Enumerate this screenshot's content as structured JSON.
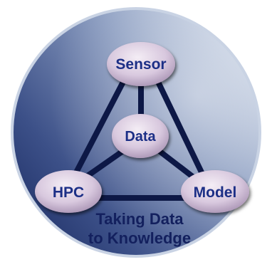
{
  "diagram": {
    "nodes": {
      "top": "Sensor",
      "center": "Data",
      "left": "HPC",
      "right": "Model"
    },
    "caption": {
      "line1": "Taking Data",
      "line2": "to Knowledge"
    },
    "colors": {
      "disc_light": "#c4d0e2",
      "disc_dark": "#23366f",
      "node_label": "#1c2f86",
      "connector": "#0d1846",
      "caption": "#13205e"
    }
  }
}
